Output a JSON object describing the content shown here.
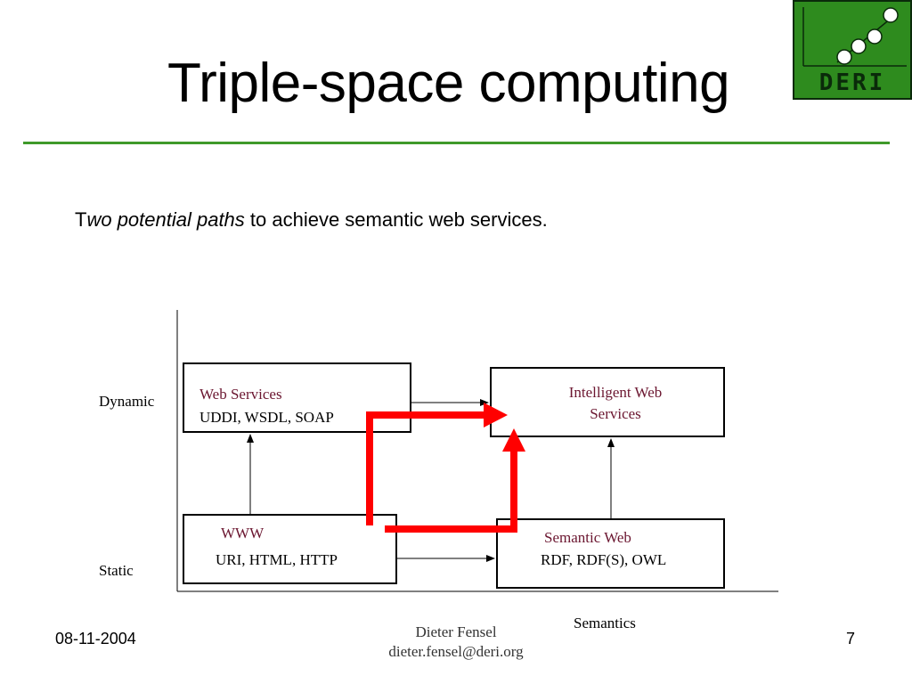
{
  "title": "Triple-space computing",
  "logo": {
    "text": "DERI",
    "colors": {
      "bg": "#2e8b1e",
      "fg": "#0a2a0a",
      "dot": "#ffffff"
    }
  },
  "intro": {
    "first_letter": "T",
    "italic": "wo potential paths",
    "rest": " to achieve semantic web services."
  },
  "diagram": {
    "axis_y_labels": {
      "top": "Dynamic",
      "bottom": "Static"
    },
    "axis_x_label": "Semantics",
    "boxes": {
      "web_services": {
        "title": "Web Services",
        "subtitle": "UDDI, WSDL, SOAP"
      },
      "intelligent": {
        "title_line1": "Intelligent Web",
        "title_line2": "Services"
      },
      "www": {
        "title": "WWW",
        "subtitle": "URI, HTML, HTTP"
      },
      "semantic_web": {
        "title": "Semantic Web",
        "subtitle": "RDF, RDF(S), OWL"
      }
    },
    "colors": {
      "path_arrow": "#ff0000",
      "box_title": "#6b1630",
      "rule": "#3f9a2a"
    }
  },
  "footer": {
    "date": "08-11-2004",
    "author": "Dieter Fensel",
    "email": "dieter.fensel@deri.org",
    "page": "7"
  }
}
